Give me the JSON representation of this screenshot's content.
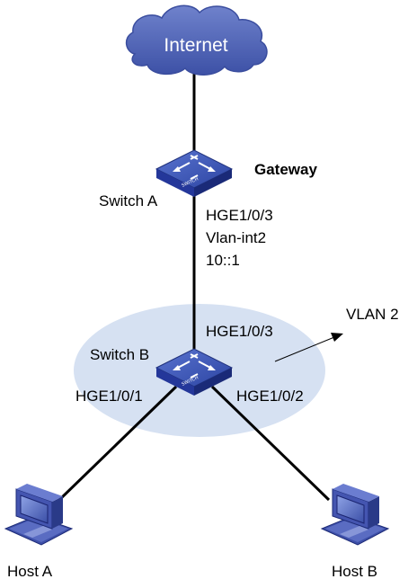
{
  "diagram": {
    "cloud": {
      "label": "Internet"
    },
    "switch_a": {
      "name": "Switch A",
      "role": "Gateway",
      "device_text": "SWITCH"
    },
    "switch_b": {
      "name": "Switch B",
      "device_text": "SWITCH"
    },
    "link_a_b": {
      "port_a": "HGE1/0/3",
      "vlan_interface": "Vlan-int2",
      "address": "10::1",
      "port_b": "HGE1/0/3"
    },
    "link_b_host_a": {
      "port": "HGE1/0/1"
    },
    "link_b_host_b": {
      "port": "HGE1/0/2"
    },
    "vlan": {
      "label": "VLAN 2"
    },
    "host_a": {
      "name": "Host A"
    },
    "host_b": {
      "name": "Host B"
    }
  },
  "colors": {
    "cloud_fill": "#4a5fb0",
    "switch_top": "#3a52b4",
    "switch_side": "#1e2f7a",
    "vlan_ellipse": "#d6e1f2",
    "host_body": "#3d4fa8"
  }
}
